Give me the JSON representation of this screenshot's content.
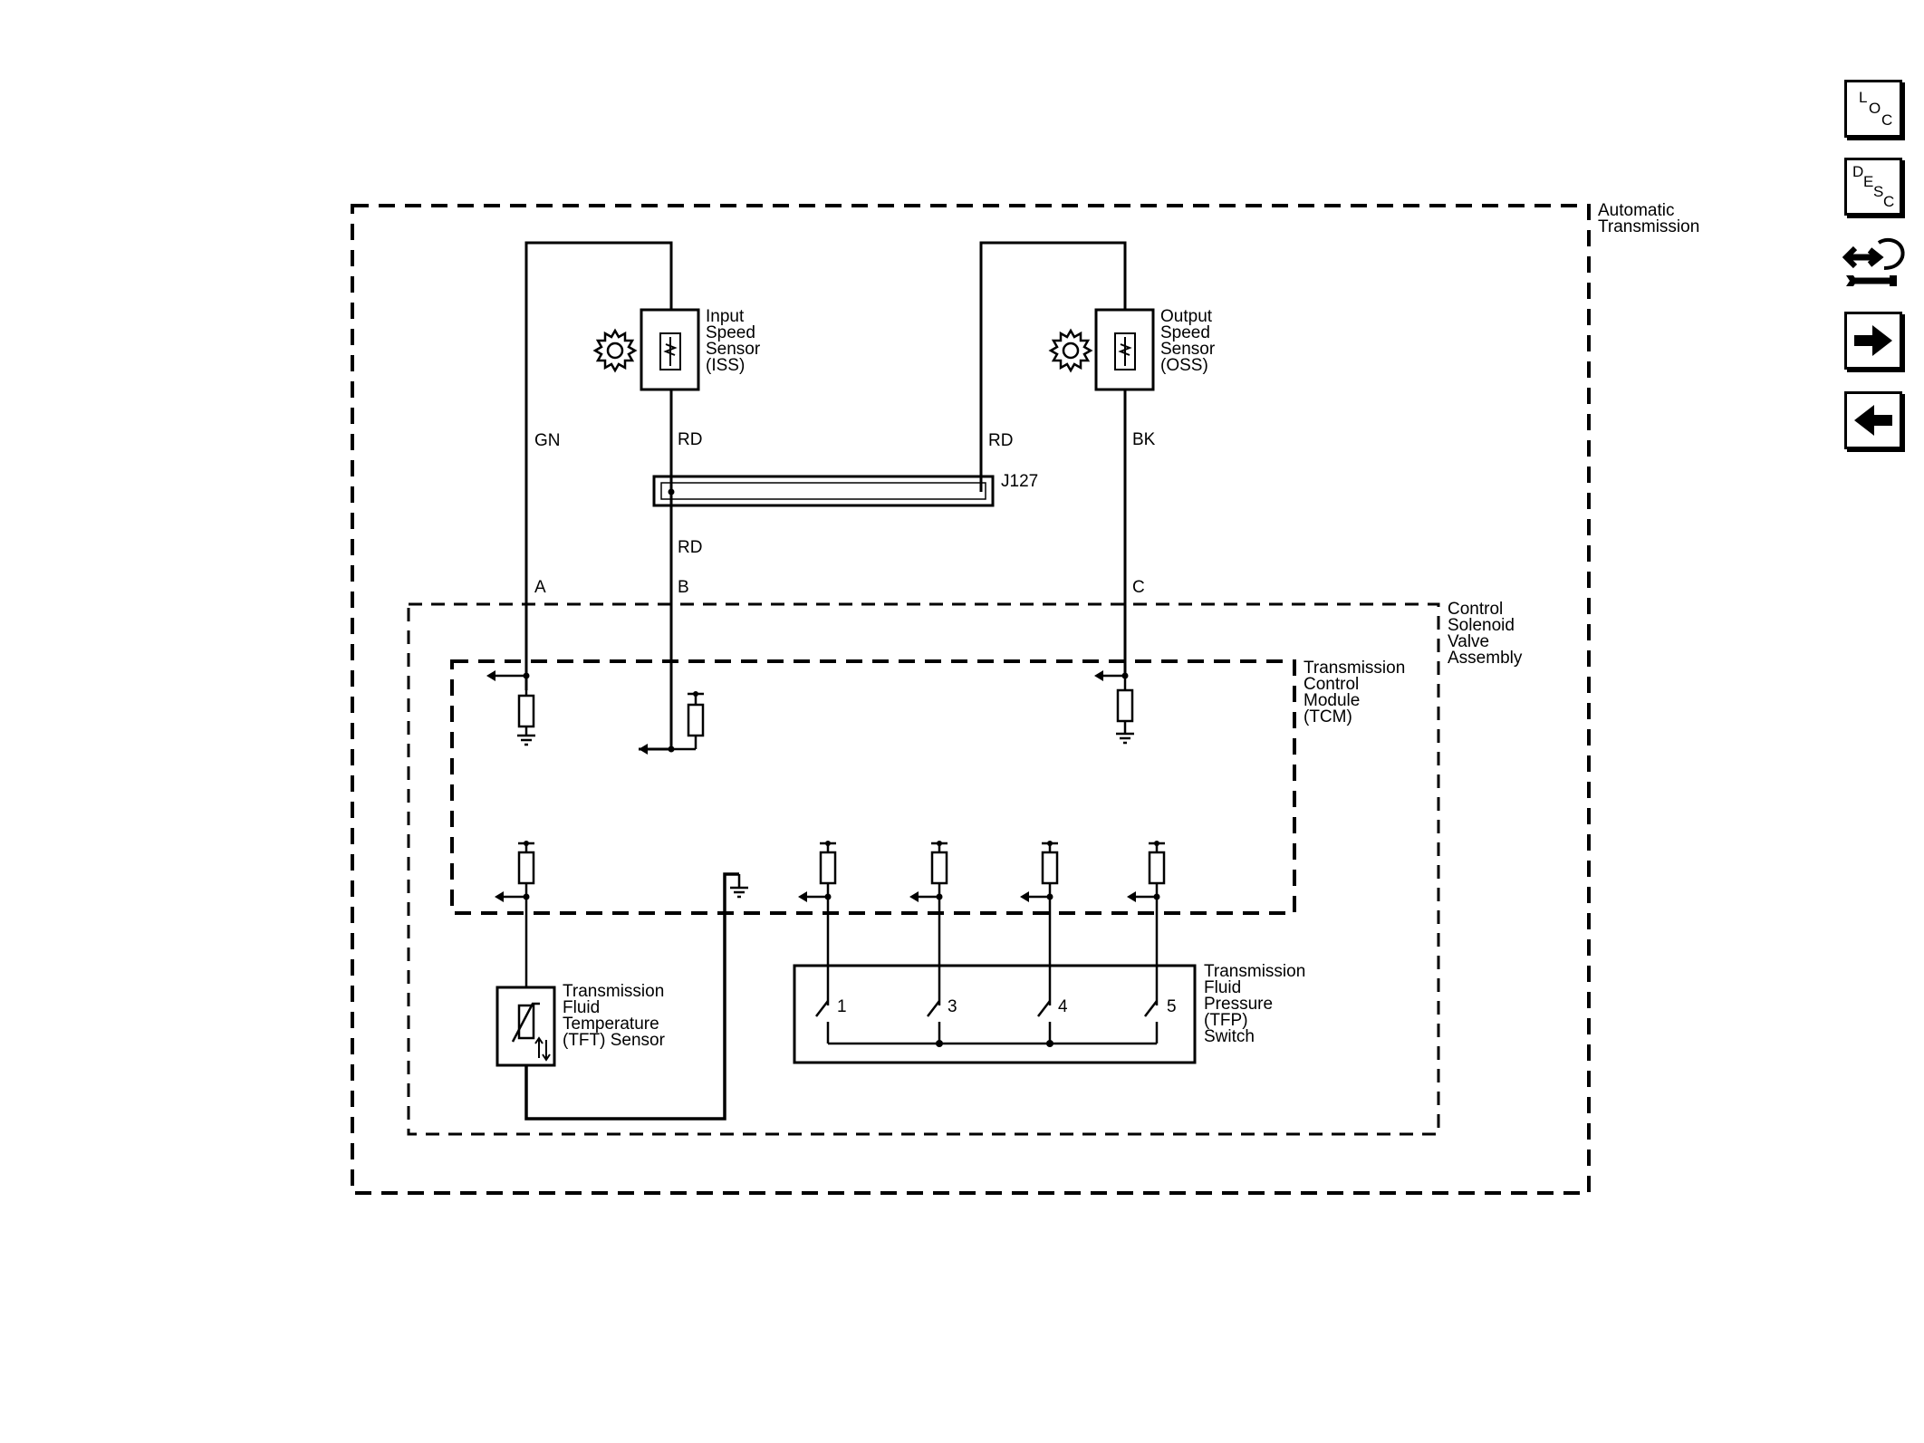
{
  "labels": {
    "automatic_transmission": [
      "Automatic",
      "Transmission"
    ],
    "control_solenoid_valve_assembly": [
      "Control",
      "Solenoid",
      "Valve",
      "Assembly"
    ],
    "transmission_control_module": [
      "Transmission",
      "Control",
      "Module",
      "(TCM)"
    ],
    "input_speed_sensor": [
      "Input",
      "Speed",
      "Sensor",
      "(ISS)"
    ],
    "output_speed_sensor": [
      "Output",
      "Speed",
      "Sensor",
      "(OSS)"
    ],
    "tft_sensor": [
      "Transmission",
      "Fluid",
      "Temperature",
      "(TFT) Sensor"
    ],
    "tfp_switch": [
      "Transmission",
      "Fluid",
      "Pressure",
      "(TFP)",
      "Switch"
    ]
  },
  "wires": {
    "gn": "GN",
    "rd_iss": "RD",
    "rd_j127": "RD",
    "bk": "BK",
    "rd_lower": "RD"
  },
  "connector": {
    "name": "J127"
  },
  "pins": {
    "a": "A",
    "b": "B",
    "c": "C"
  },
  "tfp_contacts": [
    "1",
    "3",
    "4",
    "5"
  ],
  "nav_buttons": {
    "loc": [
      "L",
      "O",
      "C"
    ],
    "desc": [
      "D",
      "E",
      "S",
      "C"
    ]
  },
  "icons": {
    "loc": "loc-icon",
    "desc": "desc-icon",
    "tool": "wrench-connector-icon",
    "next": "arrow-right-icon",
    "prev": "arrow-left-icon"
  }
}
